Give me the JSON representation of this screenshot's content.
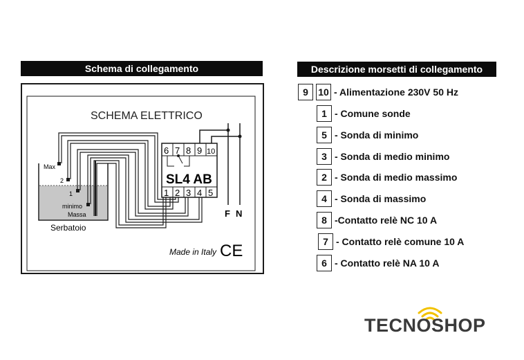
{
  "left_panel": {
    "header": "Schema di collegamento",
    "diagram_title": "SCHEMA ELETTRICO",
    "device_name": "SL4 AB",
    "top_terminals": [
      "6",
      "7",
      "8",
      "9",
      "10"
    ],
    "bottom_terminals": [
      "1",
      "2",
      "3",
      "4",
      "5"
    ],
    "tank_labels": {
      "max": "Max",
      "two": "2",
      "one": "1",
      "minimo": "minimo",
      "massa": "Massa",
      "tank": "Serbatoio"
    },
    "power_labels": {
      "f": "F",
      "n": "N"
    },
    "made_in": "Made in Italy",
    "ce_mark": "CE",
    "colors": {
      "water": "#c7c7c7",
      "line": "#1a1a1a"
    }
  },
  "right_panel": {
    "header": "Descrizione morsetti di collegamento",
    "rows": [
      {
        "boxes": [
          "9",
          "10"
        ],
        "desc": "- Alimentazione 230V 50 Hz"
      },
      {
        "boxes": [
          "1"
        ],
        "desc": "- Comune sonde"
      },
      {
        "boxes": [
          "5"
        ],
        "desc": "- Sonda di minimo"
      },
      {
        "boxes": [
          "3"
        ],
        "desc": "- Sonda di medio minimo"
      },
      {
        "boxes": [
          "2"
        ],
        "desc": "- Sonda di medio massimo"
      },
      {
        "boxes": [
          "4"
        ],
        "desc": "- Sonda di massimo"
      },
      {
        "boxes": [
          "8"
        ],
        "desc": "-Contatto relè NC 10 A"
      },
      {
        "boxes": [
          "7"
        ],
        "desc": "- Contatto relè comune 10 A"
      },
      {
        "boxes": [
          "6"
        ],
        "desc": "- Contatto relè NA 10 A"
      }
    ]
  },
  "brand": {
    "name": "TECNOSHOP",
    "color": "#3a3a3a",
    "accent": "#f2c200"
  }
}
